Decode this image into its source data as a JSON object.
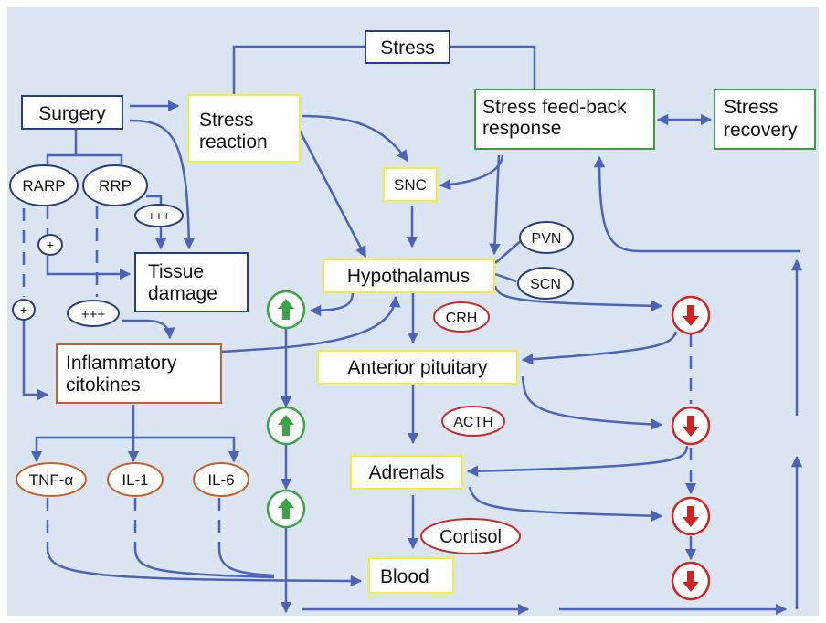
{
  "nodes": {
    "stress": "Stress",
    "surgery": "Surgery",
    "stress_reaction_l1": "Stress",
    "stress_reaction_l2": "reaction",
    "feedback_l1": "Stress feed-back",
    "feedback_l2": "response",
    "recovery_l1": "Stress",
    "recovery_l2": "recovery",
    "snc": "SNC",
    "rarp": "RARP",
    "rrp": "RRP",
    "plus3_a": "+++",
    "plus_a": "+",
    "tissue_l1": "Tissue",
    "tissue_l2": "damage",
    "hypothalamus": "Hypothalamus",
    "pvn": "PVN",
    "scn": "SCN",
    "plus_b": "+",
    "plus3_b": "+++",
    "crh": "CRH",
    "inflam_l1": "Inflammatory",
    "inflam_l2": "citokines",
    "anterior": "Anterior pituitary",
    "acth": "ACTH",
    "tnf": "TNF-α",
    "il1": "IL-1",
    "il6": "IL-6",
    "adrenals": "Adrenals",
    "cortisol": "Cortisol",
    "blood": "Blood"
  },
  "colors": {
    "background": "#dbe5f1",
    "edge": "#4b63b8",
    "navy_box": "#2a3f7a",
    "yellow_box": "#f2ef3a",
    "green_box": "#3f9a45",
    "orange_box": "#c0622a",
    "red_oval": "#cc2a2a",
    "up_indicator": "#3aa546",
    "down_indicator": "#d22323"
  },
  "indicators": {
    "up": "up-arrow-icon",
    "down": "down-arrow-icon"
  }
}
